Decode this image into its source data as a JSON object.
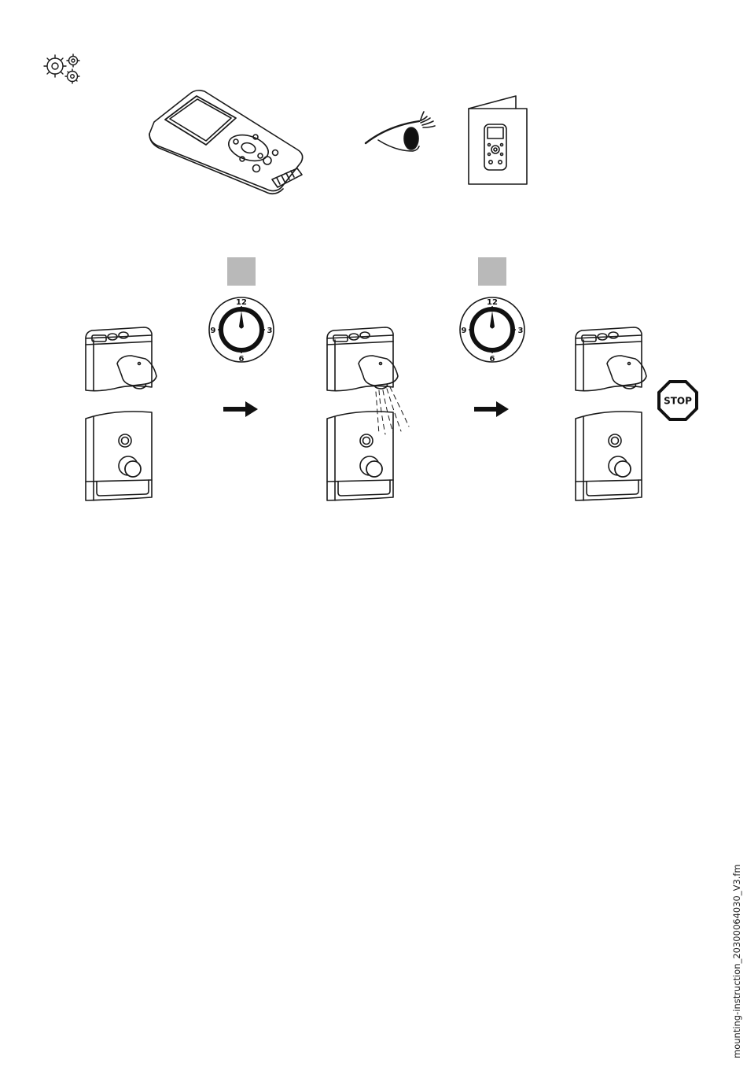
{
  "header": {
    "settings_icon": "gears-icon"
  },
  "top_illustrations": [
    {
      "name": "remote-control-device",
      "icon": "handheld-remote-icon"
    },
    {
      "name": "eye",
      "icon": "eye-icon"
    },
    {
      "name": "manual-booklet",
      "icon": "booklet-icon"
    }
  ],
  "sequence": {
    "clock_labels": {
      "twelve": "12",
      "three": "3",
      "six": "6",
      "nine": "9"
    },
    "stop_sign": "STOP"
  },
  "footer": {
    "filename": "mounting-instruction_20300064030_V3.fm"
  },
  "colors": {
    "line": "#1a1a1a",
    "placeholder_square": "#b9b9b9",
    "background": "#ffffff"
  }
}
